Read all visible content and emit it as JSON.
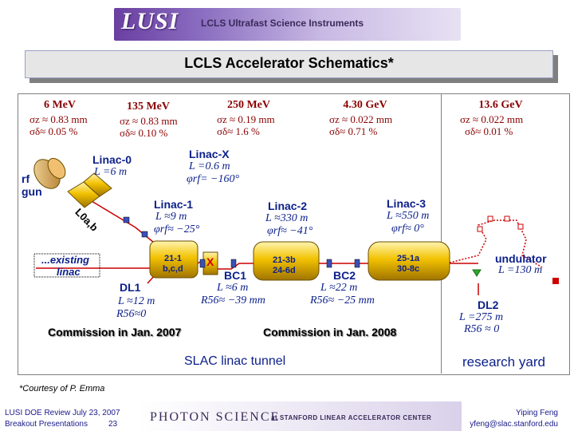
{
  "header": {
    "logo": "LUSI",
    "subtitle": "LCLS Ultrafast Science Instruments"
  },
  "title": "LCLS Accelerator Schematics*",
  "stations": [
    {
      "energy": "6 MeV",
      "sigma_z": "σz ≈ 0.83 mm",
      "sigma_delta": "σδ≈ 0.05 %"
    },
    {
      "energy": "135 MeV",
      "sigma_z": "σz ≈ 0.83 mm",
      "sigma_delta": "σδ≈ 0.10 %"
    },
    {
      "energy": "250 MeV",
      "sigma_z": "σz ≈ 0.19 mm",
      "sigma_delta": "σδ≈ 1.6 %"
    },
    {
      "energy": "4.30 GeV",
      "sigma_z": "σz ≈ 0.022 mm",
      "sigma_delta": "σδ≈ 0.71 %"
    },
    {
      "energy": "13.6 GeV",
      "sigma_z": "σz ≈ 0.022 mm",
      "sigma_delta": "σδ≈ 0.01 %"
    }
  ],
  "linac0": {
    "name": "Linac-0",
    "length": "L =6 m"
  },
  "linacx": {
    "name": "Linac-X",
    "length": "L =0.6 m",
    "phase": "φrf= −160°"
  },
  "linac1": {
    "name": "Linac-1",
    "length": "L ≈9 m",
    "phase": "φrf≈ −25°"
  },
  "linac2": {
    "name": "Linac-2",
    "length": "L ≈330 m",
    "phase": "φrf≈ −41°"
  },
  "linac3": {
    "name": "Linac-3",
    "length": "L ≈550 m",
    "phase": "φrf≈ 0°"
  },
  "rf_gun": {
    "line1": "rf",
    "line2": "gun"
  },
  "laser_heater": "L0a,b",
  "existing_linac": {
    "line1": "...existing",
    "line2": "linac"
  },
  "sectors": {
    "s21_1": "21-1",
    "s21_1b": "b,c,d",
    "s21_3b": "21-3b",
    "s24_6d": "24-6d",
    "s25_1a": "25-1a",
    "s30_8c": "30-8c",
    "x_marker": "X"
  },
  "dl1": {
    "name": "DL1",
    "length": "L ≈12 m",
    "r56": "R56≈0"
  },
  "bc1": {
    "name": "BC1",
    "length": "L ≈6 m",
    "r56": "R56≈ −39 mm"
  },
  "bc2": {
    "name": "BC2",
    "length": "L ≈22 m",
    "r56": "R56≈ −25 mm"
  },
  "dl2": {
    "name": "DL2",
    "length": "L =275 m",
    "r56": "R56 ≈ 0"
  },
  "undulator": {
    "name": "undulator",
    "length": "L =130 m"
  },
  "commission": {
    "first": "Commission in Jan. 2007",
    "second": "Commission in Jan. 2008"
  },
  "tunnel_label": "SLAC linac tunnel",
  "research_yard": "research yard",
  "courtesy": "*Courtesy of P. Emma",
  "footer": {
    "left_line1": "LUSI DOE Review July 23, 2007",
    "left_line2": "Breakout Presentations",
    "page": "23",
    "logo": "PHOTON SCIENCE",
    "logo_sub": "at STANFORD LINEAR ACCELERATOR CENTER",
    "right_line1": "Yiping Feng",
    "right_line2": "yfeng@slac.stanford.edu"
  },
  "colors": {
    "energy": "#8b0000",
    "linac": "#0b1f8a",
    "pipe": "#e6b000",
    "beamline": "#cc0000",
    "undulator": "#2ea82e",
    "header": "#6a3fa0"
  }
}
